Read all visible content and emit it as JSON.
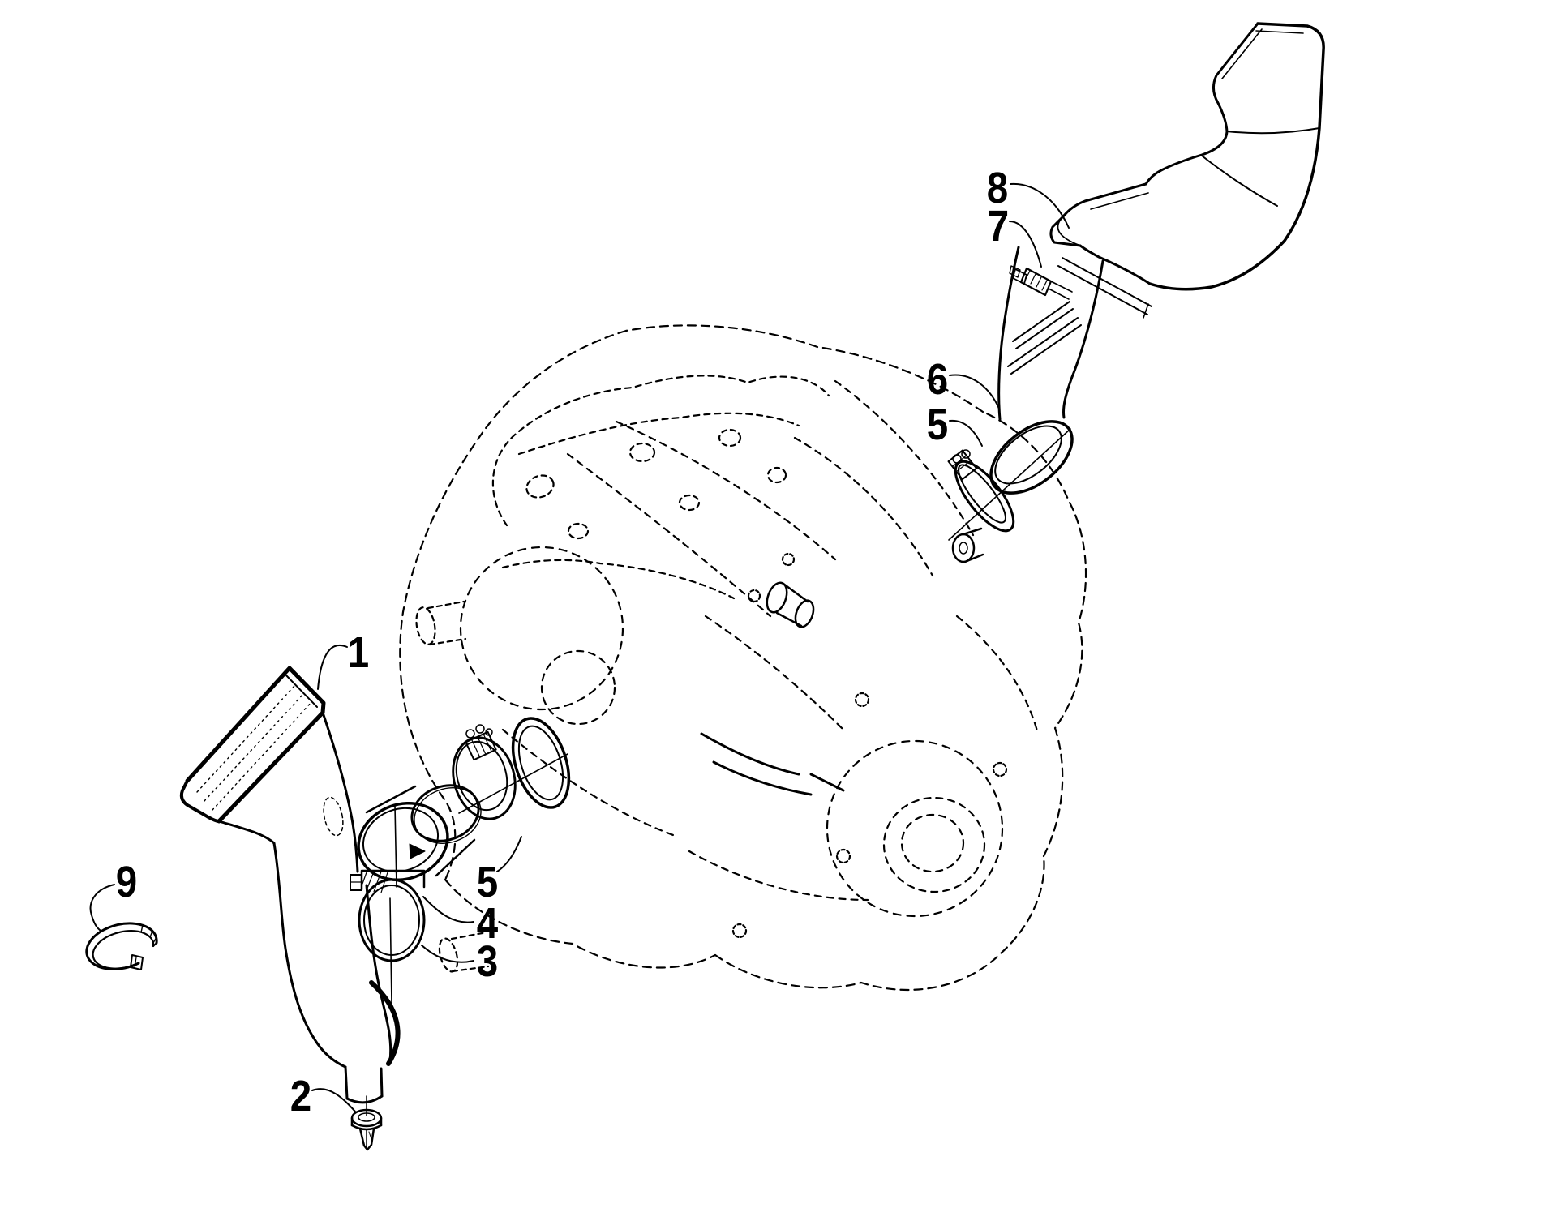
{
  "figure": {
    "type": "exploded-parts-line-diagram",
    "subject": "engine air intake assembly",
    "background_color": "#ffffff",
    "line_color": "#000000"
  },
  "callouts": [
    {
      "id": "callout-1",
      "label": "1"
    },
    {
      "id": "callout-2",
      "label": "2"
    },
    {
      "id": "callout-3",
      "label": "3"
    },
    {
      "id": "callout-4",
      "label": "4"
    },
    {
      "id": "callout-5-left",
      "label": "5"
    },
    {
      "id": "callout-5-right",
      "label": "5"
    },
    {
      "id": "callout-6",
      "label": "6"
    },
    {
      "id": "callout-7",
      "label": "7"
    },
    {
      "id": "callout-8",
      "label": "8"
    },
    {
      "id": "callout-9",
      "label": "9"
    }
  ]
}
